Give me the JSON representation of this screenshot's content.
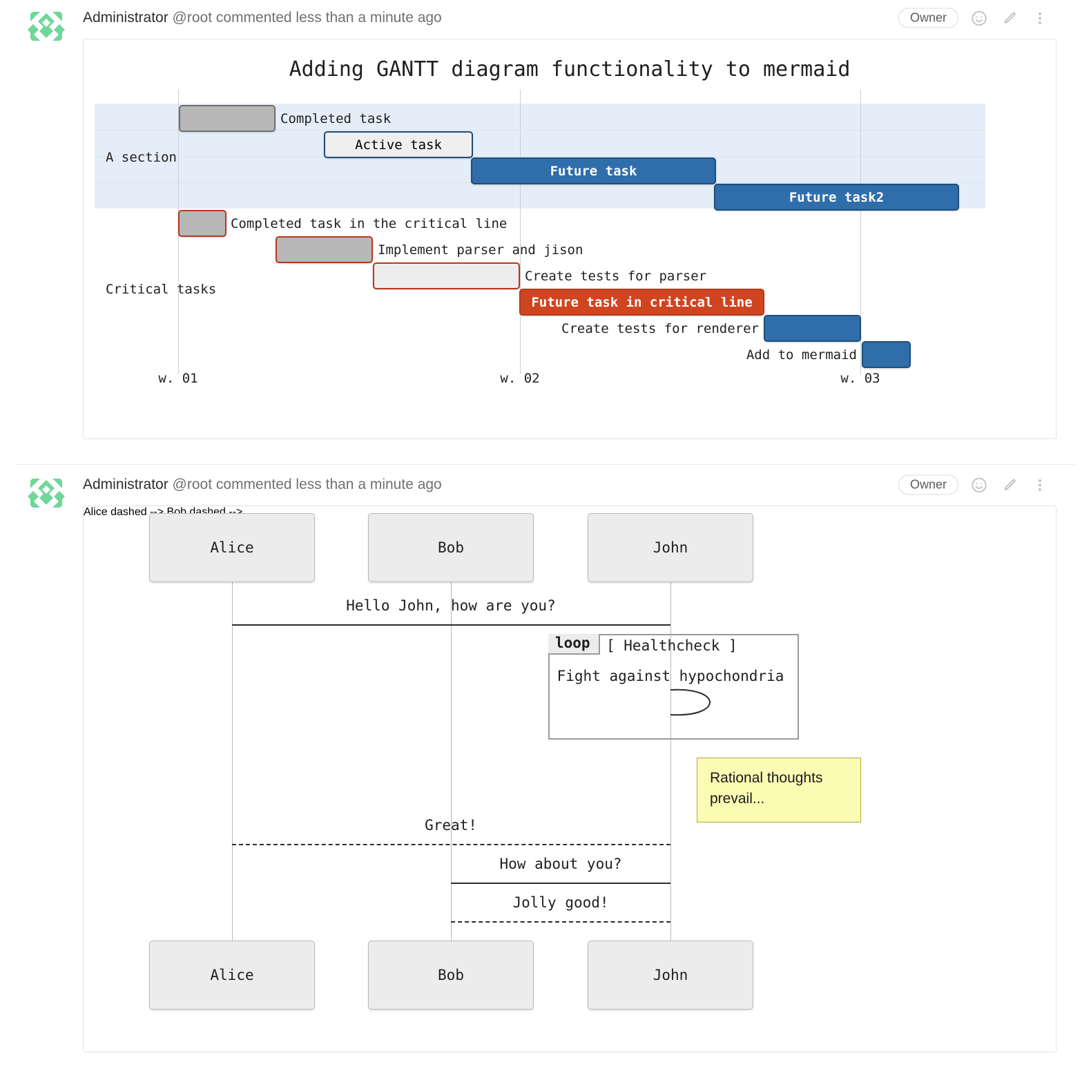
{
  "comments": [
    {
      "author": "Administrator",
      "meta": "@root commented less than a minute ago",
      "badge": "Owner",
      "icons": [
        "emoji-icon",
        "edit-icon",
        "more-icon"
      ]
    },
    {
      "author": "Administrator",
      "meta": "@root commented less than a minute ago",
      "badge": "Owner",
      "icons": [
        "emoji-icon",
        "edit-icon",
        "more-icon"
      ]
    }
  ],
  "gantt": {
    "title": "Adding GANTT diagram functionality to mermaid",
    "axis_ticks": [
      "w. 01",
      "w. 02",
      "w. 03"
    ],
    "sections": [
      {
        "name": "A section",
        "tasks": [
          {
            "label": "Completed task",
            "state": "done",
            "label_side": "right"
          },
          {
            "label": "Active task",
            "state": "active",
            "label_side": "inside"
          },
          {
            "label": "Future task",
            "state": "future",
            "label_side": "inside"
          },
          {
            "label": "Future task2",
            "state": "future",
            "label_side": "inside"
          }
        ]
      },
      {
        "name": "Critical tasks",
        "tasks": [
          {
            "label": "Completed task in the critical line",
            "state": "crit-done",
            "label_side": "right"
          },
          {
            "label": "Implement parser and jison",
            "state": "crit-done",
            "label_side": "right"
          },
          {
            "label": "Create tests for parser",
            "state": "crit-active",
            "label_side": "right"
          },
          {
            "label": "Future task in critical line",
            "state": "crit-future",
            "label_side": "inside"
          },
          {
            "label": "Create tests for renderer",
            "state": "future",
            "label_side": "left"
          },
          {
            "label": "Add to mermaid",
            "state": "future",
            "label_side": "left"
          }
        ]
      }
    ],
    "colors": {
      "done_fill": "#b8b8b8",
      "done_stroke": "#6e6e6e",
      "active_fill": "#efefef",
      "active_stroke": "#1f4e79",
      "future_fill": "#2f6eab",
      "future_stroke": "#1f4e79",
      "crit_stroke": "#b5391c",
      "crit_future_fill": "#cf4520",
      "section_band": "#e5eef8"
    }
  },
  "sequence": {
    "actors_top": [
      "Alice",
      "Bob",
      "John"
    ],
    "actors_bottom": [
      "Alice",
      "Bob",
      "John"
    ],
    "messages": [
      {
        "text": "Hello John, how are you?",
        "style": "solid"
      },
      {
        "text": "Great!",
        "style": "dashed"
      },
      {
        "text": "How about you?",
        "style": "solid"
      },
      {
        "text": "Jolly good!",
        "style": "dashed"
      }
    ],
    "loop": {
      "tag": "loop",
      "condition": "[ Healthcheck ]",
      "message": "Fight against hypochondria"
    },
    "note": {
      "line1": "Rational thoughts",
      "line2": "prevail..."
    },
    "note_color": "#fbfbb4"
  }
}
